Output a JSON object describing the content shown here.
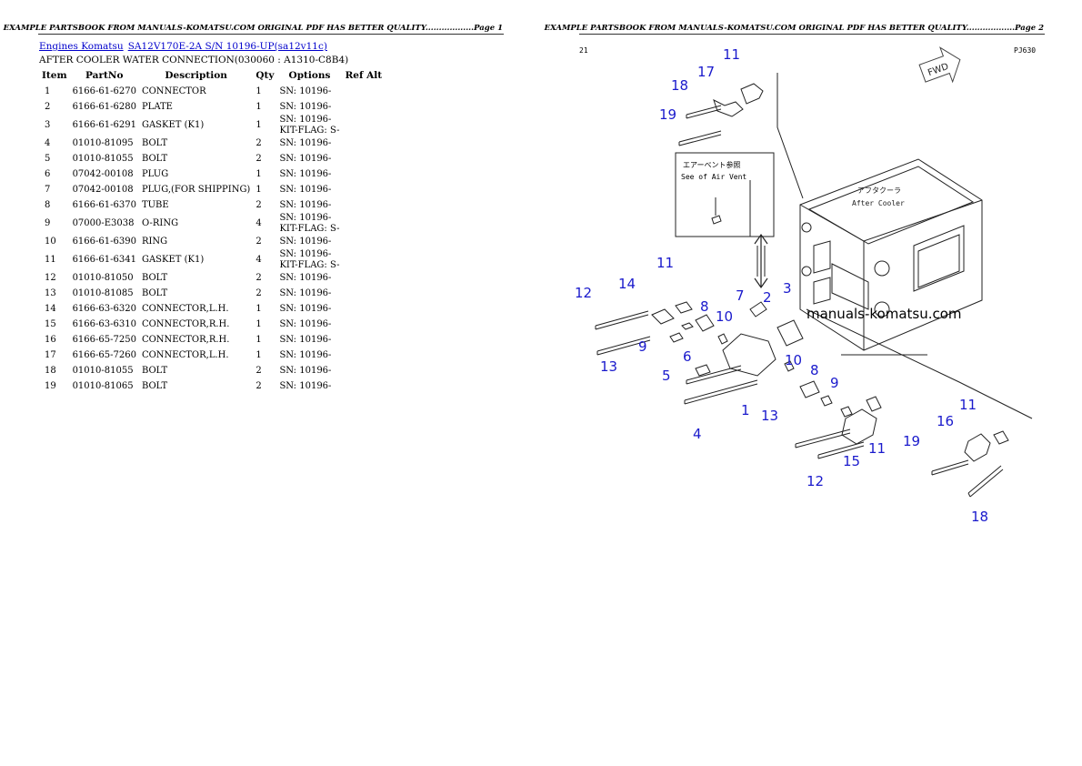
{
  "header": {
    "page1_text": "EXAMPLE PARTSBOOK FROM MANUALS-KOMATSU.COM ORIGINAL PDF HAS BETTER QUALITY..................Page 1",
    "page2_text": "EXAMPLE PARTSBOOK FROM MANUALS-KOMATSU.COM ORIGINAL PDF HAS BETTER QUALITY..................Page 2"
  },
  "breadcrumb": {
    "link1": "Engines Komatsu",
    "link2": "SA12V170E-2A S/N 10196-UP(sa12v11c)"
  },
  "subtitle": "AFTER COOLER WATER CONNECTION(030060 : A1310-C8B4)",
  "table": {
    "headers": [
      "Item",
      "PartNo",
      "Description",
      "Qty",
      "Options",
      "Ref Alt"
    ],
    "rows": [
      {
        "item": "1",
        "part": "6166-61-6270",
        "desc": "CONNECTOR",
        "qty": "1",
        "opt": "SN: 10196-"
      },
      {
        "item": "2",
        "part": "6166-61-6280",
        "desc": "PLATE",
        "qty": "1",
        "opt": "SN: 10196-"
      },
      {
        "item": "3",
        "part": "6166-61-6291",
        "desc": "GASKET (K1)",
        "qty": "1",
        "opt": "SN: 10196-\nKIT-FLAG: S-"
      },
      {
        "item": "4",
        "part": "01010-81095",
        "desc": "BOLT",
        "qty": "2",
        "opt": "SN: 10196-"
      },
      {
        "item": "5",
        "part": "01010-81055",
        "desc": "BOLT",
        "qty": "2",
        "opt": "SN: 10196-"
      },
      {
        "item": "6",
        "part": "07042-00108",
        "desc": "PLUG",
        "qty": "1",
        "opt": "SN: 10196-"
      },
      {
        "item": "7",
        "part": "07042-00108",
        "desc": "PLUG,(FOR SHIPPING)",
        "qty": "1",
        "opt": "SN: 10196-"
      },
      {
        "item": "8",
        "part": "6166-61-6370",
        "desc": "TUBE",
        "qty": "2",
        "opt": "SN: 10196-"
      },
      {
        "item": "9",
        "part": "07000-E3038",
        "desc": "O-RING",
        "qty": "4",
        "opt": "SN: 10196-\nKIT-FLAG: S-"
      },
      {
        "item": "10",
        "part": "6166-61-6390",
        "desc": "RING",
        "qty": "2",
        "opt": "SN: 10196-"
      },
      {
        "item": "11",
        "part": "6166-61-6341",
        "desc": "GASKET (K1)",
        "qty": "4",
        "opt": "SN: 10196-\nKIT-FLAG: S-"
      },
      {
        "item": "12",
        "part": "01010-81050",
        "desc": "BOLT",
        "qty": "2",
        "opt": "SN: 10196-"
      },
      {
        "item": "13",
        "part": "01010-81085",
        "desc": "BOLT",
        "qty": "2",
        "opt": "SN: 10196-"
      },
      {
        "item": "14",
        "part": "6166-63-6320",
        "desc": "CONNECTOR,L.H.",
        "qty": "1",
        "opt": "SN: 10196-"
      },
      {
        "item": "15",
        "part": "6166-63-6310",
        "desc": "CONNECTOR,R.H.",
        "qty": "1",
        "opt": "SN: 10196-"
      },
      {
        "item": "16",
        "part": "6166-65-7250",
        "desc": "CONNECTOR,R.H.",
        "qty": "1",
        "opt": "SN: 10196-"
      },
      {
        "item": "17",
        "part": "6166-65-7260",
        "desc": "CONNECTOR,L.H.",
        "qty": "1",
        "opt": "SN: 10196-"
      },
      {
        "item": "18",
        "part": "01010-81055",
        "desc": "BOLT",
        "qty": "2",
        "opt": "SN: 10196-"
      },
      {
        "item": "19",
        "part": "01010-81065",
        "desc": "BOLT",
        "qty": "2",
        "opt": "SN: 10196-"
      }
    ]
  },
  "diagram": {
    "corner_left": "21",
    "corner_right": "PJ630",
    "fwd_label": "FWD",
    "air_vent_jp": "エアーベント参照",
    "air_vent_en": "See of Air Vent",
    "after_cooler_jp": "アフタクーラ",
    "after_cooler_en": "After Cooler",
    "watermark": "manuals-komatsu.com",
    "callouts": [
      "11",
      "17",
      "18",
      "19",
      "11",
      "14",
      "12",
      "13",
      "8",
      "7",
      "2",
      "3",
      "10",
      "9",
      "6",
      "5",
      "4",
      "1",
      "10",
      "8",
      "9",
      "13",
      "12",
      "15",
      "11",
      "16",
      "11",
      "19",
      "18"
    ],
    "callout_color": "#1a1acc"
  }
}
